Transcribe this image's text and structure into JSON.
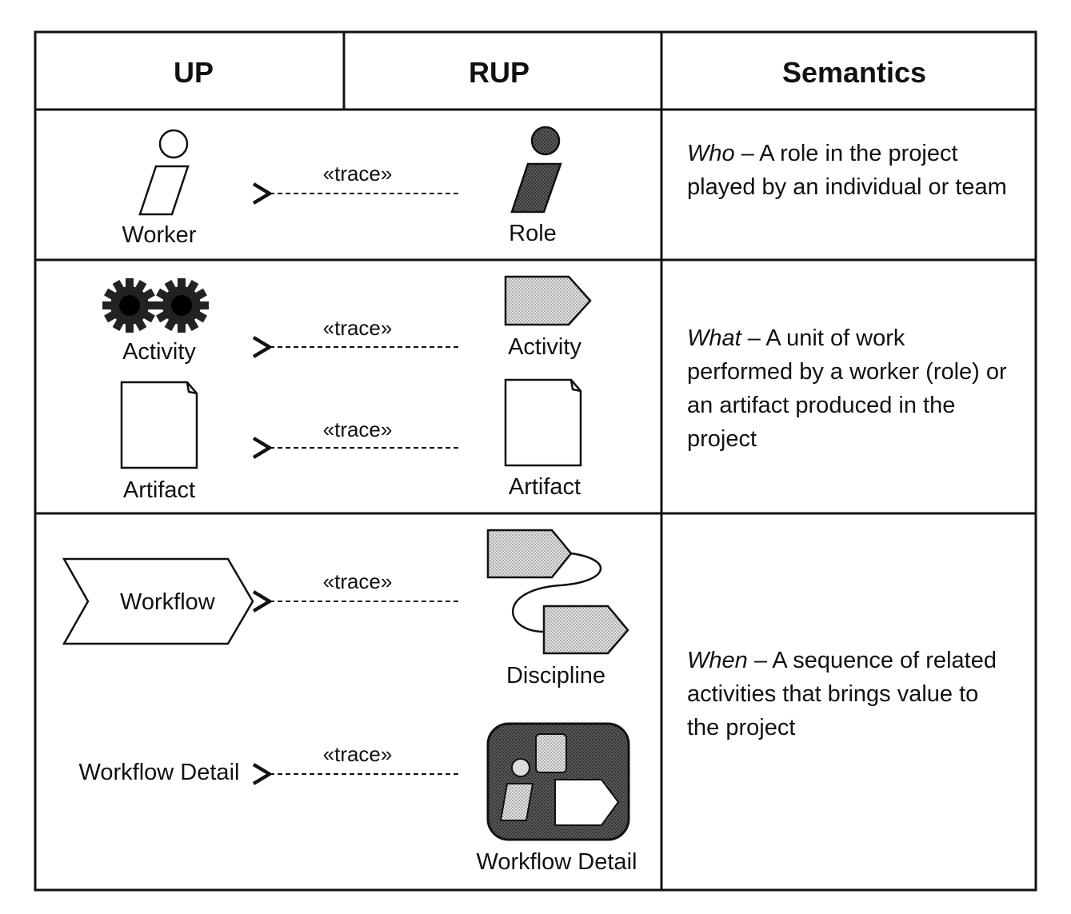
{
  "headers": {
    "up": "UP",
    "rup": "RUP",
    "semantics": "Semantics"
  },
  "stereotype": "«trace»",
  "rows": {
    "who": {
      "up_label": "Worker",
      "rup_label": "Role",
      "sem_keyword": "Who",
      "sem_text": " – A role in the project played by an individual or team"
    },
    "what": {
      "up_activity": "Activity",
      "rup_activity": "Activity",
      "up_artifact": "Artifact",
      "rup_artifact": "Artifact",
      "sem_keyword": "What",
      "sem_text": " – A unit of work performed by a worker (role) or an artifact produced in the project"
    },
    "when": {
      "up_workflow": "Workflow",
      "rup_discipline": "Discipline",
      "up_workflow_detail": "Workflow Detail",
      "rup_workflow_detail": "Workflow Detail",
      "sem_keyword": "When",
      "sem_text": " – A sequence of related activities that brings value to the project"
    }
  }
}
